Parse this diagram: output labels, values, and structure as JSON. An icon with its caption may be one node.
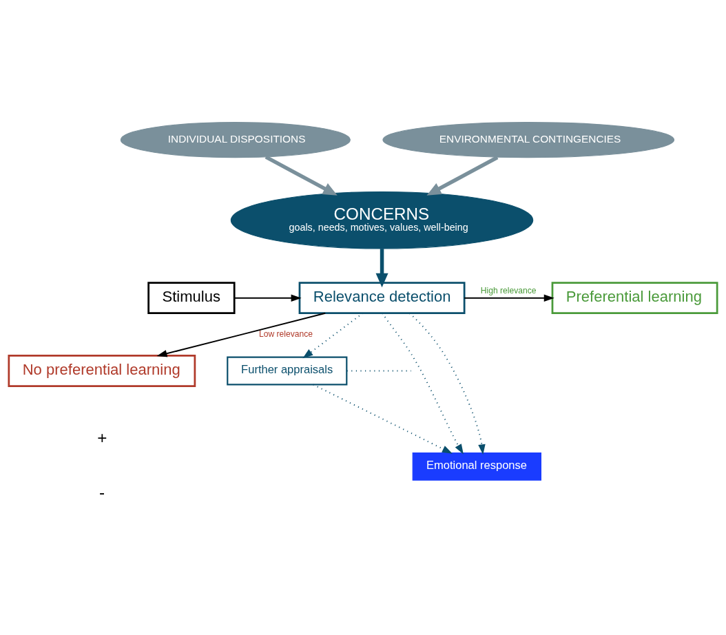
{
  "diagram": {
    "nodes": [
      {
        "text": [
          "INDIVIDUAL DISPOSITIONS"
        ]
      },
      {
        "text": [
          "ENVIRONMENTAL CONTINGENCIES"
        ]
      },
      {
        "text": [
          "CONCERNS",
          "goals, needs, motives, values, well-being"
        ]
      },
      {
        "text": [
          "Stimulus"
        ]
      },
      {
        "text": [
          "Relevance detection"
        ]
      },
      {
        "text": [
          "Preferential learning"
        ]
      },
      {
        "text": [
          "No preferential learning"
        ]
      },
      {
        "text": [
          "Further appraisals"
        ]
      },
      {
        "text": [
          "Emotional response"
        ]
      }
    ],
    "edges": [
      {
        "from": 0,
        "to": 2,
        "arrow": "to",
        "style": "thick",
        "color": "#7a909b"
      },
      {
        "from": 1,
        "to": 2,
        "arrow": "to",
        "style": "thick",
        "color": "#7a909b"
      },
      {
        "from": 2,
        "to": 4,
        "arrow": "to",
        "style": "thick",
        "color": "#0b4f6c"
      },
      {
        "from": 3,
        "to": 4,
        "arrow": "to",
        "color": "#000000"
      },
      {
        "from": 4,
        "to": 5,
        "arrow": "to",
        "label": "High relevance",
        "color": "#000000"
      },
      {
        "from": 4,
        "to": 6,
        "arrow": "to",
        "label": "Low relevance",
        "color": "#000000"
      },
      {
        "from": 4,
        "to": 7,
        "arrow": "to",
        "style": "dashed",
        "color": "#0b4f6c"
      },
      {
        "from": 4,
        "to": 8,
        "arrow": "to",
        "style": "dashed",
        "color": "#0b4f6c"
      },
      {
        "from": 4,
        "to": 8,
        "arrow": "to",
        "style": "dashed",
        "color": "#0b4f6c"
      },
      {
        "from": 7,
        "to": 8,
        "arrow": "to",
        "style": "dashed",
        "color": "#0b4f6c"
      },
      {
        "from": 7,
        "to": null,
        "arrow": "none",
        "style": "dashed",
        "color": "#0b4f6c"
      }
    ],
    "labels": [
      "+",
      "-"
    ]
  }
}
